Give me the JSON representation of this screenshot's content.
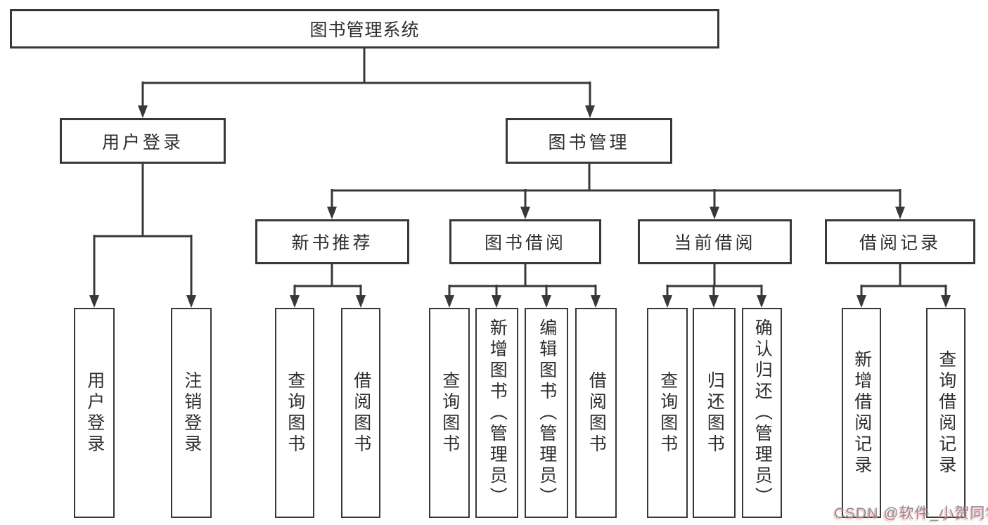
{
  "tree": {
    "label": "图书管理系统",
    "children": [
      {
        "label": "用户登录",
        "children": [
          {
            "label": "用户登录"
          },
          {
            "label": "注销登录"
          }
        ]
      },
      {
        "label": "图书管理",
        "children": [
          {
            "label": "新书推荐",
            "children": [
              {
                "label": "查询图书"
              },
              {
                "label": "借阅图书"
              }
            ]
          },
          {
            "label": "图书借阅",
            "children": [
              {
                "label": "查询图书"
              },
              {
                "label": "新增图书（管理员）"
              },
              {
                "label": "编辑图书（管理员）"
              },
              {
                "label": "借阅图书"
              }
            ]
          },
          {
            "label": "当前借阅",
            "children": [
              {
                "label": "查询图书"
              },
              {
                "label": "归还图书"
              },
              {
                "label": "确认归还（管理员）"
              }
            ]
          },
          {
            "label": "借阅记录",
            "children": [
              {
                "label": "新增借阅记录"
              },
              {
                "label": "查询借阅记录"
              }
            ]
          }
        ]
      }
    ]
  },
  "watermark": {
    "text": "CSDN @软件_小贺同学"
  },
  "colors": {
    "line": "#383838",
    "box_border": "#383838",
    "text": "#2d2d2d",
    "background": "#ffffff",
    "watermark_text": "#8e8e8e",
    "watermark_shadow": "#f296a2"
  }
}
